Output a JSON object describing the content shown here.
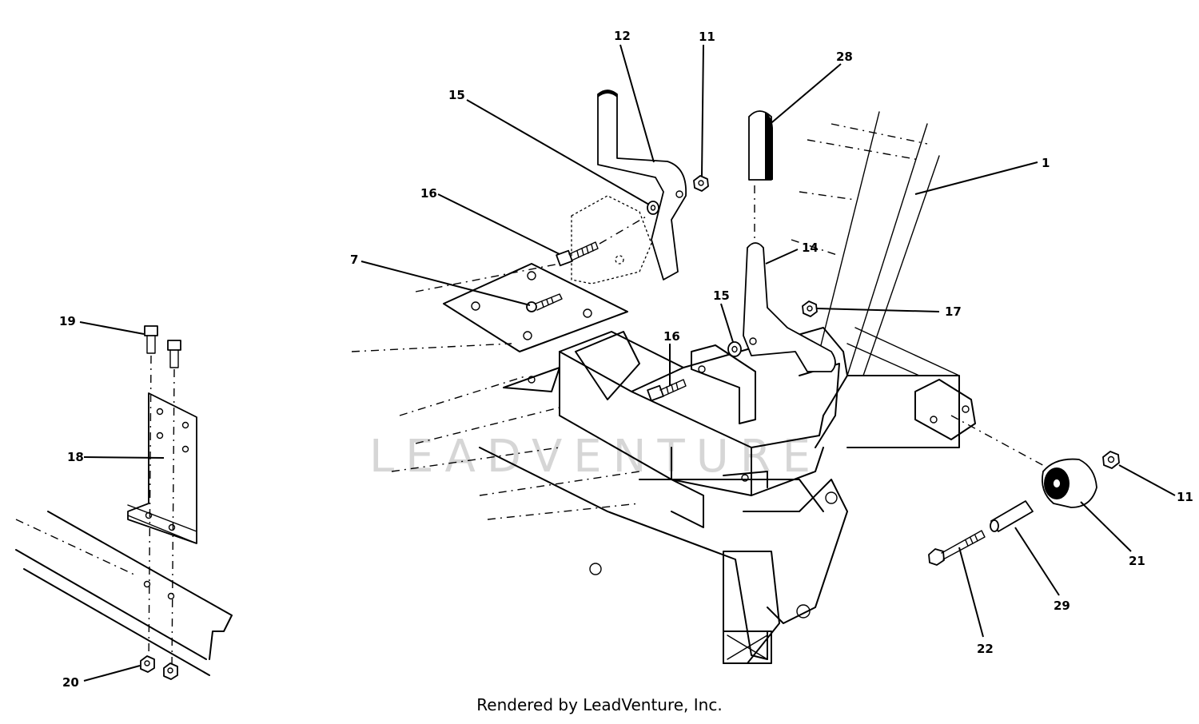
{
  "diagram": {
    "callouts": {
      "c1": "1",
      "c7": "7",
      "c11a": "11",
      "c11b": "11",
      "c12": "12",
      "c14": "14",
      "c15a": "15",
      "c15b": "15",
      "c16a": "16",
      "c16b": "16",
      "c17": "17",
      "c18": "18",
      "c19": "19",
      "c20": "20",
      "c21": "21",
      "c22": "22",
      "c28": "28",
      "c29": "29"
    },
    "watermark": "LEADVENTURE"
  },
  "footer": "Rendered by LeadVenture, Inc."
}
